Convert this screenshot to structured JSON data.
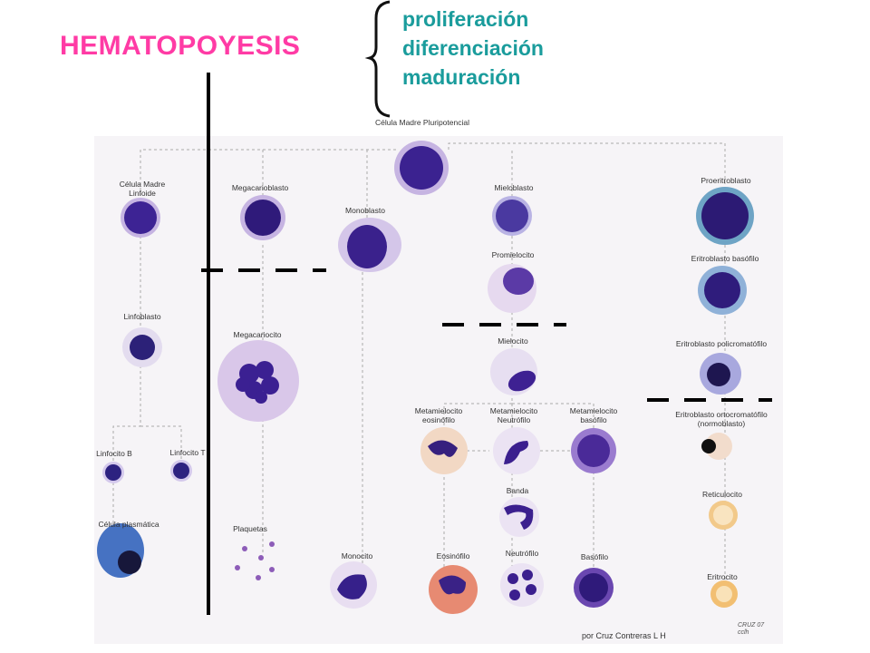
{
  "title": "HEMATOPOYESIS",
  "process_steps": [
    "proliferación",
    "diferenciación",
    "maduración"
  ],
  "credit": "por Cruz Contreras L H",
  "cells": {
    "stem": "Célula Madre Pluripotencial",
    "lymphoid_stem": "Célula Madre Linfoide",
    "megakaryoblast": "Megacarioblasto",
    "monoblast": "Monoblasto",
    "myeloblast": "Mieloblasto",
    "proerythroblast": "Proeritroblasto",
    "promyelocyte": "Promielocito",
    "basophilic_erythroblast": "Eritroblasto basófilo",
    "lymphoblast": "Linfoblasto",
    "megakaryocyte": "Megacariocito",
    "myelocyte": "Mielocito",
    "polychromatic_erythroblast": "Eritroblasto policromatófilo",
    "eos_metamyelocyte": "Metamielocito eosinófilo",
    "neut_metamyelocyte": "Metamielocito Neutrófilo",
    "baso_metamyelocyte": "Metamielocito basófilo",
    "orthochromatic_erythroblast": "Eritroblasto ortocromatófilo (normoblasto)",
    "b_lymphocyte": "Linfocito B",
    "t_lymphocyte": "Linfocito T",
    "band": "Banda",
    "reticulocyte": "Reticulocito",
    "plasma_cell": "Célula plasmática",
    "platelets": "Plaquetas",
    "monocyte": "Monocito",
    "eosinophil": "Eosinófilo",
    "neutrophil": "Neutrófilo",
    "basophil": "Basófilo",
    "erythrocyte": "Eritrocito"
  },
  "colors": {
    "title": "#ff3ba5",
    "process": "#1a9c9c",
    "nucleus": "#3a1f8a",
    "cytoplasm": "#c7b3e0"
  }
}
